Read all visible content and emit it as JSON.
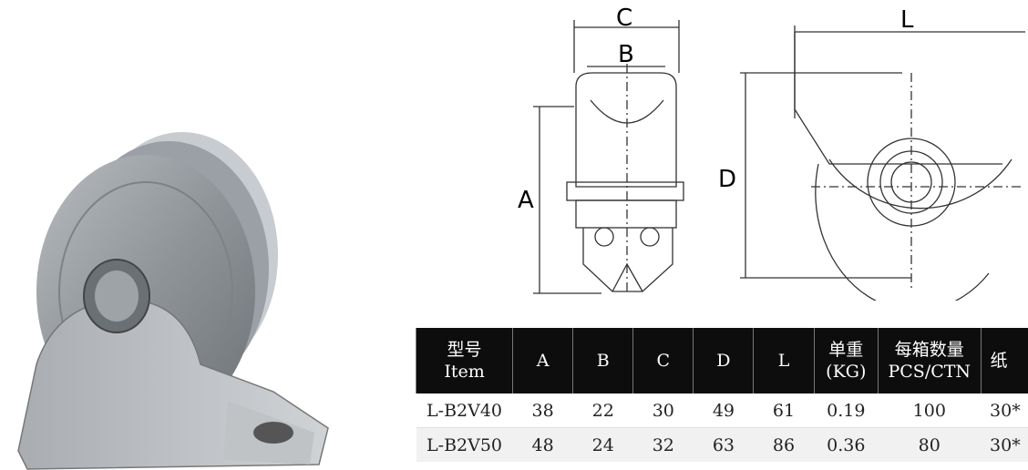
{
  "drawing": {
    "labels": {
      "a": "A",
      "b": "B",
      "c": "C",
      "d": "D",
      "l": "L"
    }
  },
  "table": {
    "headers": [
      {
        "key": "item",
        "line1": "型号",
        "line2": "Item"
      },
      {
        "key": "a",
        "line1": "A",
        "line2": ""
      },
      {
        "key": "b",
        "line1": "B",
        "line2": ""
      },
      {
        "key": "c",
        "line1": "C",
        "line2": ""
      },
      {
        "key": "d",
        "line1": "D",
        "line2": ""
      },
      {
        "key": "l",
        "line1": "L",
        "line2": ""
      },
      {
        "key": "weight",
        "line1": "单重",
        "line2": "(KG)"
      },
      {
        "key": "qty",
        "line1": "每箱数量",
        "line2": "PCS/CTN"
      },
      {
        "key": "carton",
        "line1": "纸",
        "line2": ""
      }
    ],
    "rows": [
      [
        "L-B2V40",
        "38",
        "22",
        "30",
        "49",
        "61",
        "0.19",
        "100",
        "30*"
      ],
      [
        "L-B2V50",
        "48",
        "24",
        "32",
        "63",
        "86",
        "0.36",
        "80",
        "30*"
      ]
    ]
  }
}
